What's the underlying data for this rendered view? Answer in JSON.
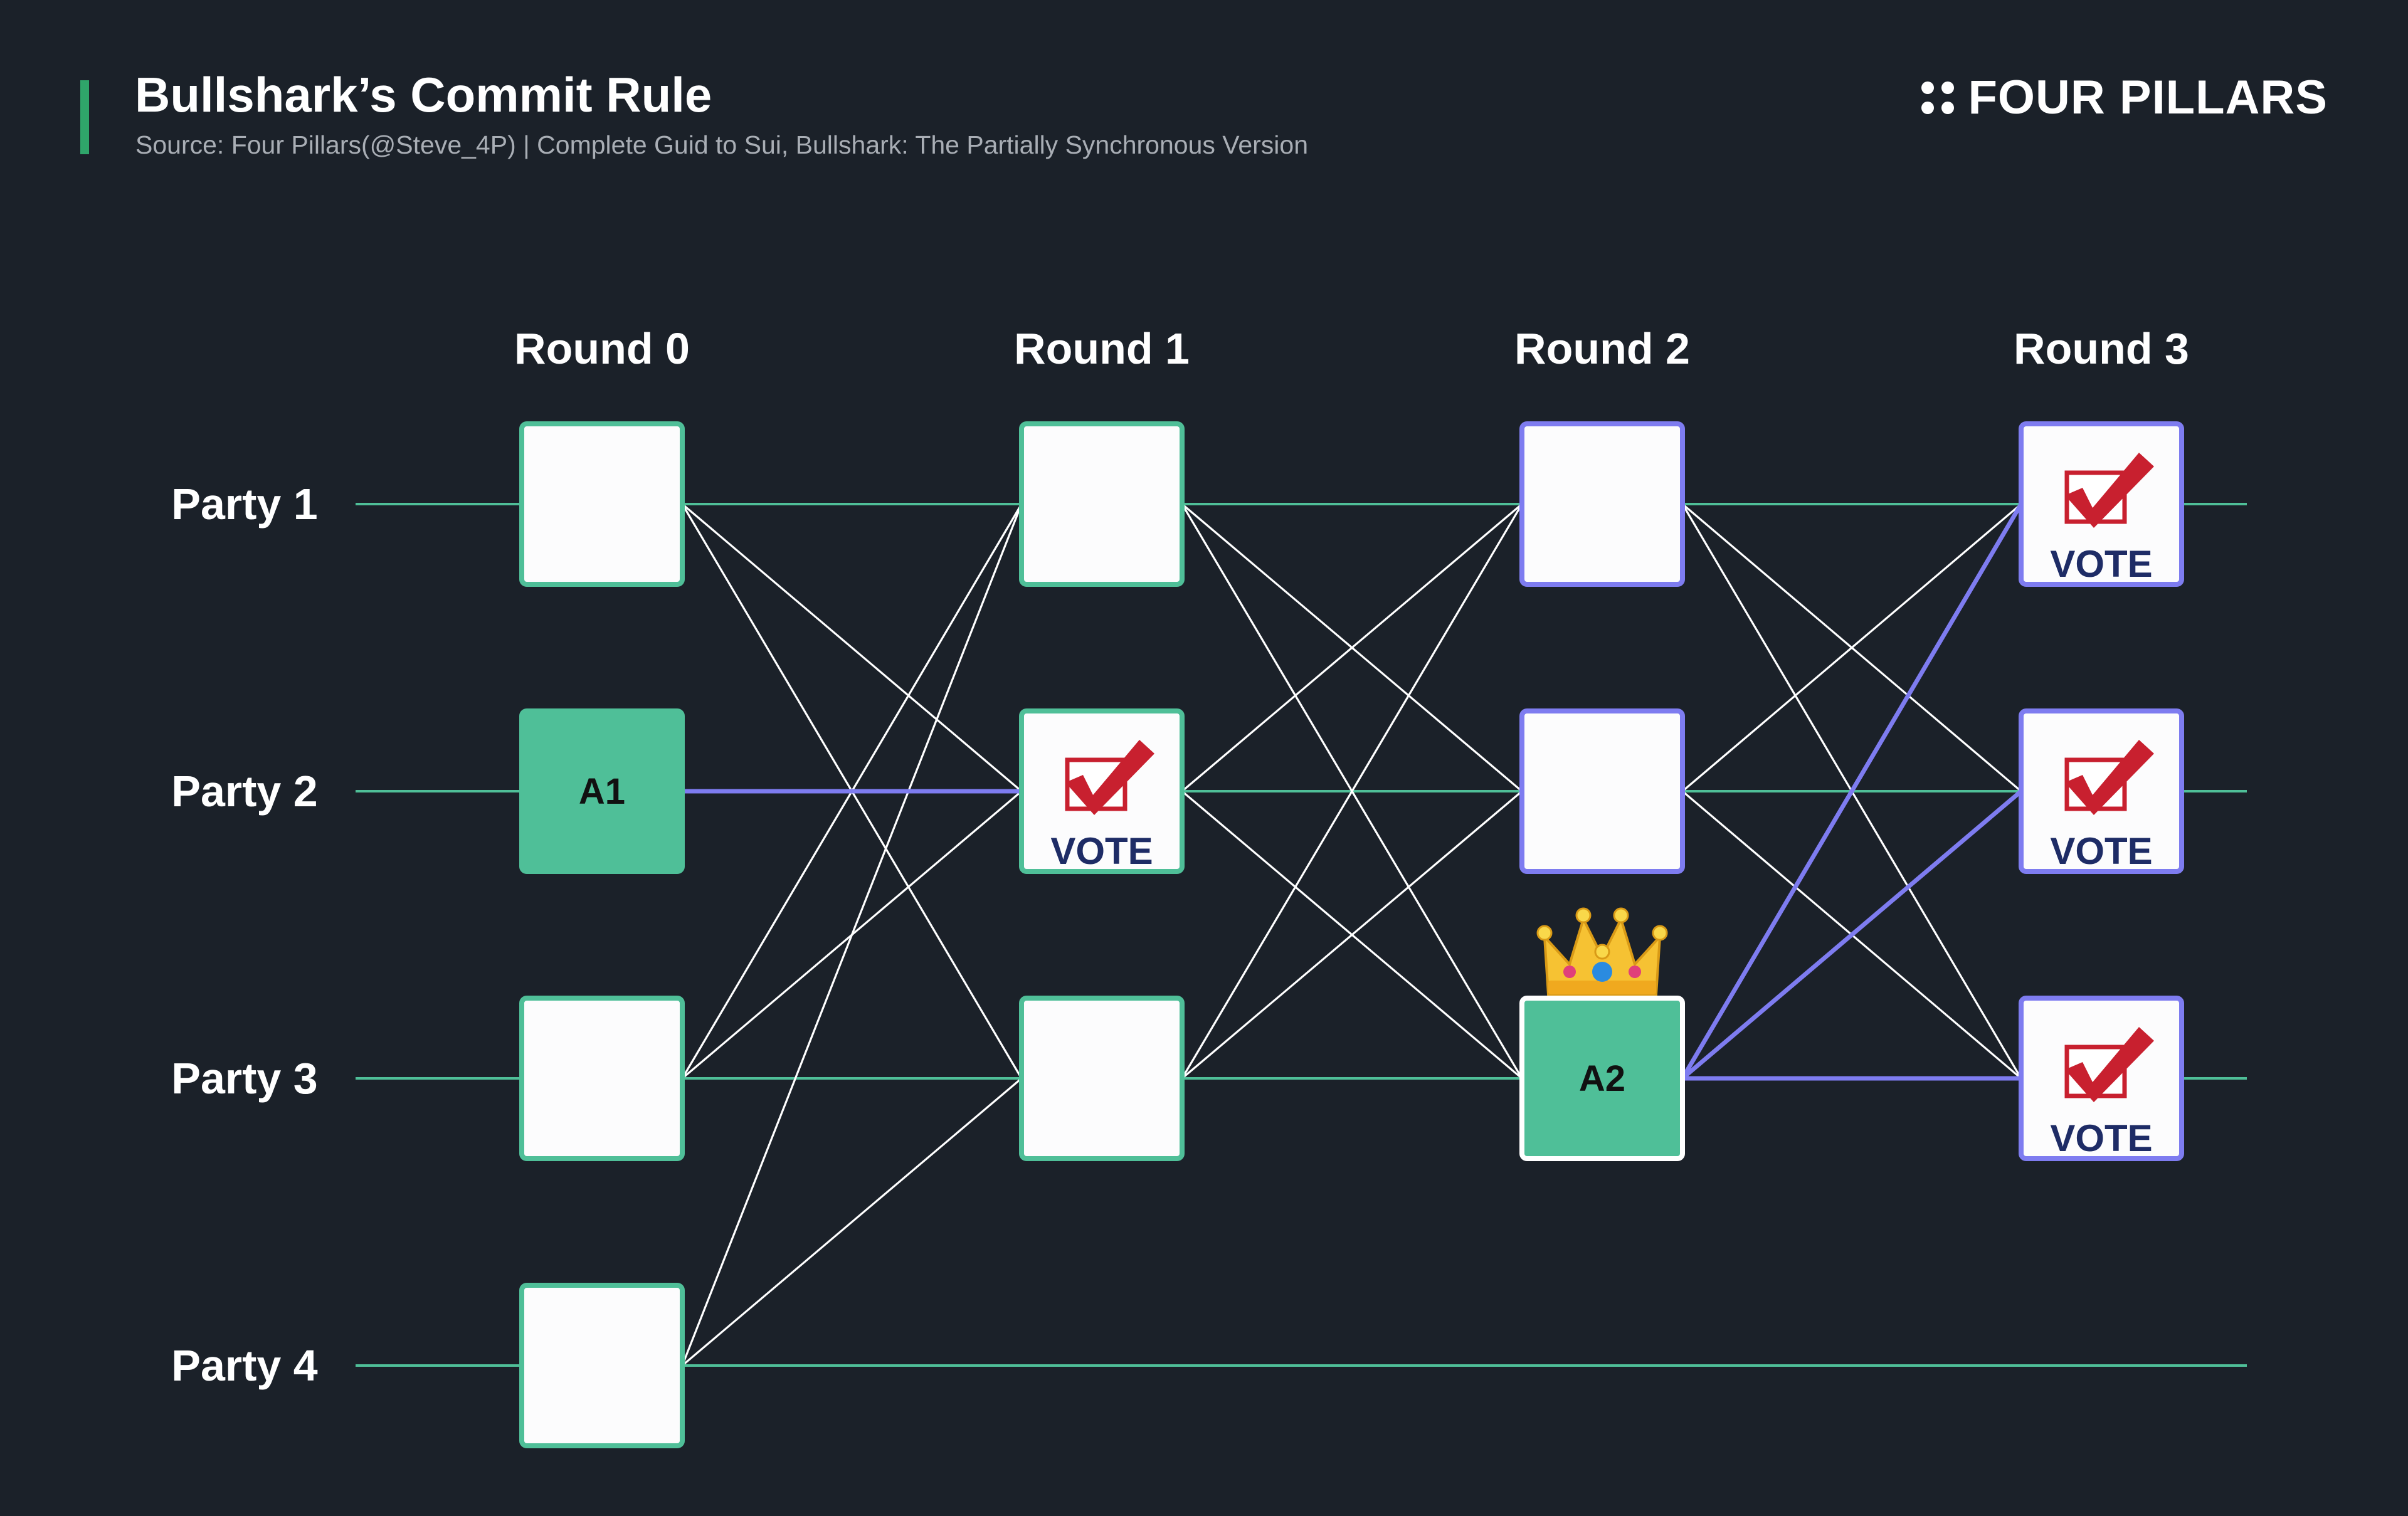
{
  "header": {
    "title": "Bullshark’s Commit Rule",
    "subtitle": "Source: Four Pillars(@Steve_4P) | Complete Guid to Sui, Bullshark: The Partially Synchronous Version"
  },
  "brand": {
    "name": "FOUR PILLARS",
    "icon": "four-dots-icon"
  },
  "colors": {
    "background": "#1b2129",
    "green": "#4fbf98",
    "purple": "#7e7cf0",
    "white_edge": "#ffffff",
    "vote_red": "#c8202f",
    "vote_navy": "#1e2c66"
  },
  "rounds": [
    "Round 0",
    "Round 1",
    "Round 2",
    "Round 3"
  ],
  "parties": [
    "Party 1",
    "Party 2",
    "Party 3",
    "Party 4"
  ],
  "vote_text": "VOTE",
  "anchors": [
    {
      "label": "A1",
      "round": 0,
      "party": 1
    },
    {
      "label": "A2",
      "round": 2,
      "party": 3,
      "crown": true
    }
  ],
  "nodes": [
    {
      "round": 0,
      "party": 1,
      "border": "green"
    },
    {
      "round": 0,
      "party": 2,
      "border": "green",
      "fill": "green",
      "label": "A1"
    },
    {
      "round": 0,
      "party": 3,
      "border": "green"
    },
    {
      "round": 0,
      "party": 4,
      "border": "green"
    },
    {
      "round": 1,
      "party": 1,
      "border": "green"
    },
    {
      "round": 1,
      "party": 2,
      "border": "green",
      "vote": true
    },
    {
      "round": 1,
      "party": 3,
      "border": "green"
    },
    {
      "round": 2,
      "party": 1,
      "border": "purple"
    },
    {
      "round": 2,
      "party": 2,
      "border": "purple"
    },
    {
      "round": 2,
      "party": 3,
      "border": "white",
      "fill": "green",
      "label": "A2",
      "crown": true
    },
    {
      "round": 3,
      "party": 1,
      "border": "purple",
      "vote": true
    },
    {
      "round": 3,
      "party": 2,
      "border": "purple",
      "vote": true
    },
    {
      "round": 3,
      "party": 3,
      "border": "purple",
      "vote": true
    }
  ],
  "edges": [
    {
      "from": [
        0,
        1
      ],
      "to": [
        1,
        2
      ],
      "color": "white"
    },
    {
      "from": [
        0,
        1
      ],
      "to": [
        1,
        3
      ],
      "color": "white"
    },
    {
      "from": [
        0,
        2
      ],
      "to": [
        1,
        2
      ],
      "color": "purple"
    },
    {
      "from": [
        0,
        3
      ],
      "to": [
        1,
        1
      ],
      "color": "white"
    },
    {
      "from": [
        0,
        3
      ],
      "to": [
        1,
        2
      ],
      "color": "white"
    },
    {
      "from": [
        0,
        4
      ],
      "to": [
        1,
        1
      ],
      "color": "white"
    },
    {
      "from": [
        0,
        4
      ],
      "to": [
        1,
        3
      ],
      "color": "white"
    },
    {
      "from": [
        1,
        1
      ],
      "to": [
        2,
        2
      ],
      "color": "white"
    },
    {
      "from": [
        1,
        1
      ],
      "to": [
        2,
        3
      ],
      "color": "white"
    },
    {
      "from": [
        1,
        2
      ],
      "to": [
        2,
        1
      ],
      "color": "white"
    },
    {
      "from": [
        1,
        2
      ],
      "to": [
        2,
        3
      ],
      "color": "white"
    },
    {
      "from": [
        1,
        3
      ],
      "to": [
        2,
        1
      ],
      "color": "white"
    },
    {
      "from": [
        1,
        3
      ],
      "to": [
        2,
        2
      ],
      "color": "white"
    },
    {
      "from": [
        2,
        1
      ],
      "to": [
        3,
        2
      ],
      "color": "white"
    },
    {
      "from": [
        2,
        1
      ],
      "to": [
        3,
        3
      ],
      "color": "white"
    },
    {
      "from": [
        2,
        2
      ],
      "to": [
        3,
        1
      ],
      "color": "white"
    },
    {
      "from": [
        2,
        2
      ],
      "to": [
        3,
        3
      ],
      "color": "white"
    },
    {
      "from": [
        2,
        3
      ],
      "to": [
        3,
        1
      ],
      "color": "purple"
    },
    {
      "from": [
        2,
        3
      ],
      "to": [
        3,
        2
      ],
      "color": "purple"
    },
    {
      "from": [
        2,
        3
      ],
      "to": [
        3,
        3
      ],
      "color": "purple"
    }
  ]
}
